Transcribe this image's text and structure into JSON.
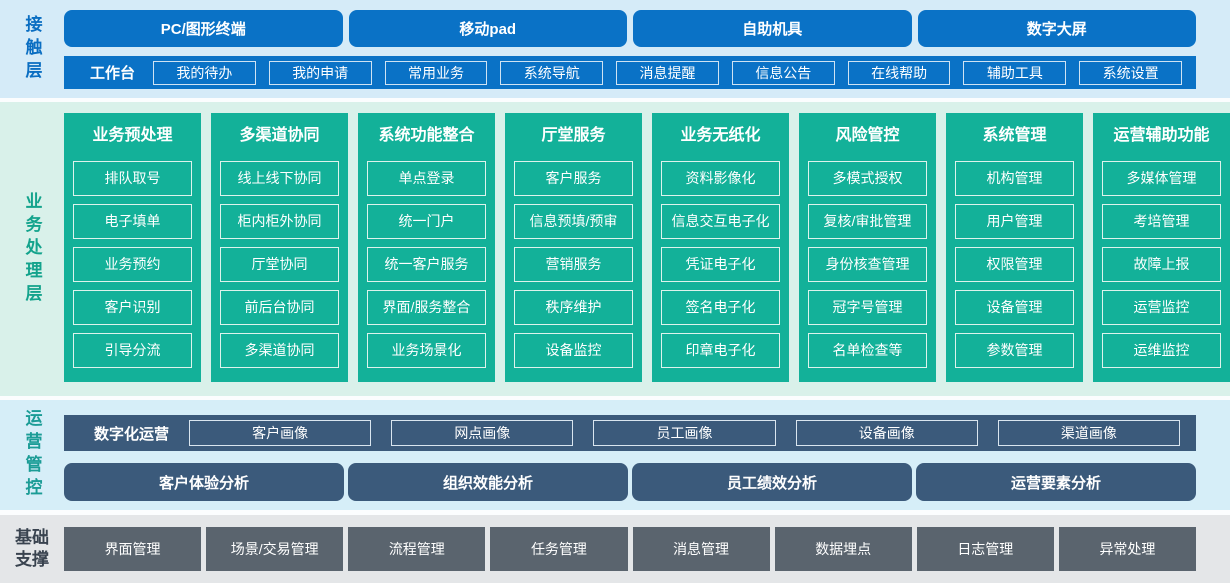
{
  "colors": {
    "contact-bg": "#d5ebf8",
    "business-bg": "#d9f1ea",
    "ops-bg": "#d6eef8",
    "base-bg": "#e4e6e8",
    "btn-blue": "#0a72c6",
    "accent-blue": "#0a6ec2",
    "col-green": "#13b199",
    "accent-green": "#13a38c",
    "slate": "#3b5a7b",
    "accent-teal": "#1b9c96",
    "base-btn": "#5a646e",
    "base-label": "#39434f"
  },
  "contact_layer": {
    "label": "接触层",
    "terminals": [
      "PC/图形终端",
      "移动pad",
      "自助机具",
      "数字大屏"
    ],
    "workbench": {
      "label": "工作台",
      "items": [
        "我的待办",
        "我的申请",
        "常用业务",
        "系统导航",
        "消息提醒",
        "信息公告",
        "在线帮助",
        "辅助工具",
        "系统设置"
      ]
    }
  },
  "business_layer": {
    "label": "业务处理层",
    "columns": [
      {
        "title": "业务预处理",
        "items": [
          "排队取号",
          "电子填单",
          "业务预约",
          "客户识别",
          "引导分流"
        ]
      },
      {
        "title": "多渠道协同",
        "items": [
          "线上线下协同",
          "柜内柜外协同",
          "厅堂协同",
          "前后台协同",
          "多渠道协同"
        ]
      },
      {
        "title": "系统功能整合",
        "items": [
          "单点登录",
          "统一门户",
          "统一客户服务",
          "界面/服务整合",
          "业务场景化"
        ]
      },
      {
        "title": "厅堂服务",
        "items": [
          "客户服务",
          "信息预填/预审",
          "营销服务",
          "秩序维护",
          "设备监控"
        ]
      },
      {
        "title": "业务无纸化",
        "items": [
          "资料影像化",
          "信息交互电子化",
          "凭证电子化",
          "签名电子化",
          "印章电子化"
        ]
      },
      {
        "title": "风险管控",
        "items": [
          "多模式授权",
          "复核/审批管理",
          "身份核查管理",
          "冠字号管理",
          "名单检查等"
        ]
      },
      {
        "title": "系统管理",
        "items": [
          "机构管理",
          "用户管理",
          "权限管理",
          "设备管理",
          "参数管理"
        ]
      },
      {
        "title": "运营辅助功能",
        "items": [
          "多媒体管理",
          "考培管理",
          "故障上报",
          "运营监控",
          "运维监控"
        ]
      }
    ]
  },
  "ops_layer": {
    "label": "运营管控",
    "digital": {
      "label": "数字化运营",
      "items": [
        "客户画像",
        "网点画像",
        "员工画像",
        "设备画像",
        "渠道画像"
      ]
    },
    "analysis": [
      "客户体验分析",
      "组织效能分析",
      "员工绩效分析",
      "运营要素分析"
    ]
  },
  "base_layer": {
    "label": "基础支撑",
    "items": [
      "界面管理",
      "场景/交易管理",
      "流程管理",
      "任务管理",
      "消息管理",
      "数据埋点",
      "日志管理",
      "异常处理"
    ]
  }
}
